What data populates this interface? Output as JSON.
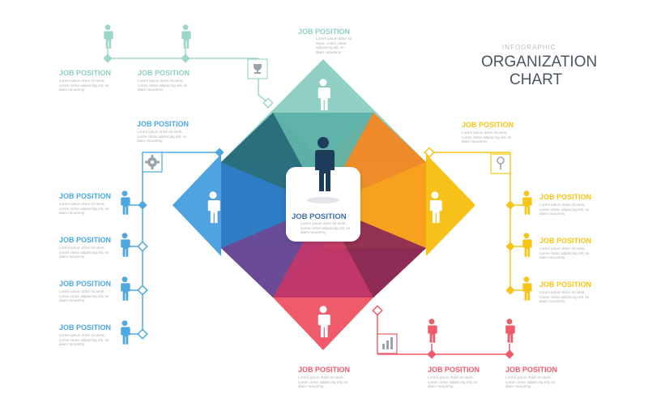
{
  "header": {
    "subtitle": "INFOGRAPHIC",
    "title_line1": "ORGANIZATION",
    "title_line2": "CHART"
  },
  "colors": {
    "teal": "#8fcfc4",
    "teal_dark": "#2a6f7b",
    "blue": "#2d7cc4",
    "blue_light": "#4fa3e0",
    "orange": "#ee8a2a",
    "yellow": "#f7c11a",
    "purple": "#6b4a96",
    "magenta": "#b3335e",
    "coral": "#f05b6b",
    "navy": "#1e3d5a",
    "line_teal": "#9fd6cc",
    "line_blue": "#4da8e0",
    "line_yellow": "#f5c518",
    "line_red": "#ef5a6a"
  },
  "center": {
    "label": "JOB POSITION",
    "description": "Lorem ipsum dolor sit amet, conse ctetur adipiscing elit, se diam nonummy"
  },
  "description_text": "Lorem ipsum dolor sit amet, conse ctetur adipiscing elit, se diam nonummy",
  "positions": {
    "top_main": "JOB POSITION",
    "top_left_a": "JOB POSITION",
    "top_left_b": "JOB POSITION",
    "left_head": "JOB POSITION",
    "left_1": "JOB POSITION",
    "left_2": "JOB POSITION",
    "left_3": "JOB POSITION",
    "left_4": "JOB POSITION",
    "right_head": "JOB POSITION",
    "right_1": "JOB POSITION",
    "right_2": "JOB POSITION",
    "right_3": "JOB POSITION",
    "bottom_main": "JOB POSITION",
    "bottom_2": "JOB POSITION",
    "bottom_3": "JOB POSITION"
  },
  "icons": {
    "top_group": "trophy-icon",
    "left_group": "gear-icon",
    "right_group": "magnifier-icon",
    "bottom_group": "bar-chart-icon"
  }
}
